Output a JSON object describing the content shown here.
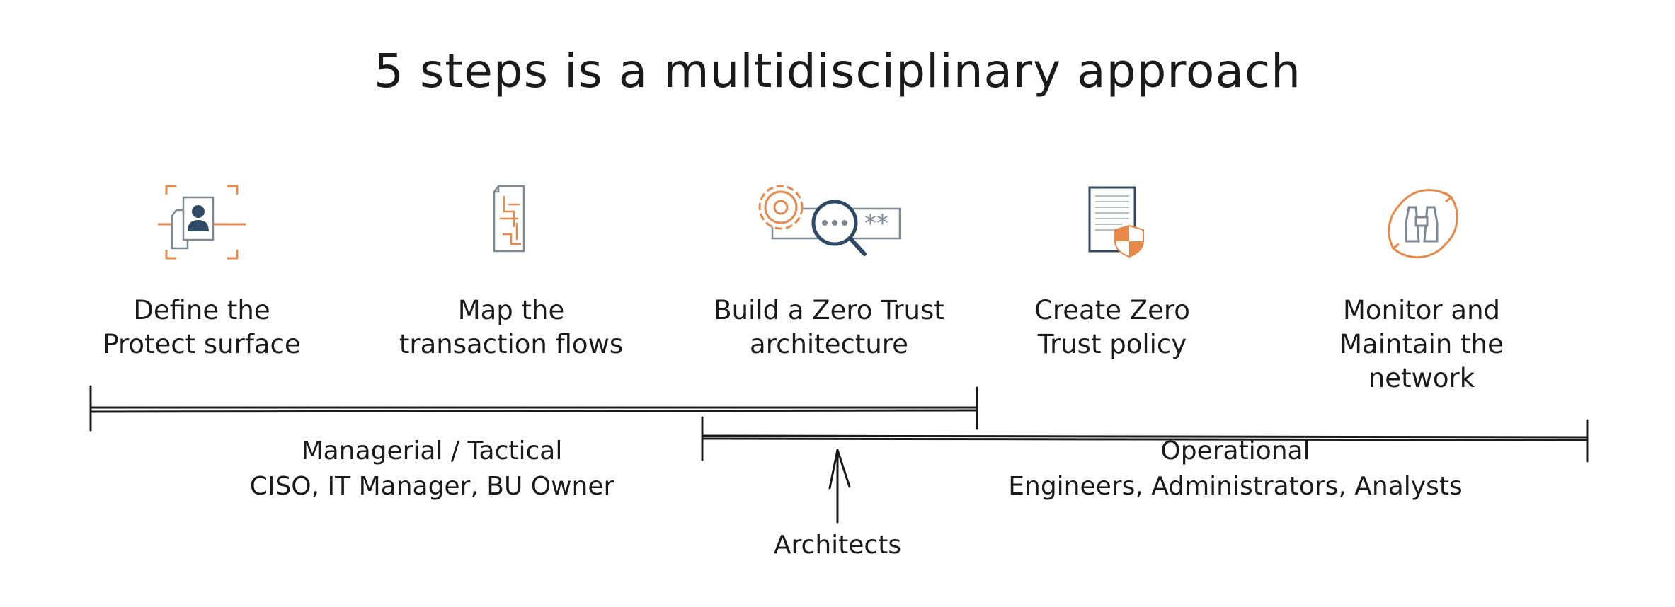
{
  "title": "5 steps is a multidisciplinary approach",
  "steps": [
    {
      "icon": "protect-surface-icon",
      "line1": "Define the",
      "line2": "Protect surface"
    },
    {
      "icon": "transaction-flow-document-icon",
      "line1": "Map the",
      "line2": "transaction flows"
    },
    {
      "icon": "architecture-gear-search-icon",
      "line1": "Build a Zero Trust",
      "line2": "architecture"
    },
    {
      "icon": "policy-document-shield-icon",
      "line1": "Create Zero",
      "line2": "Trust policy"
    },
    {
      "icon": "binoculars-monitor-icon",
      "line1": "Monitor and",
      "line2": "Maintain the network"
    }
  ],
  "groups": {
    "managerial": {
      "line1": "Managerial / Tactical",
      "line2": "CISO, IT Manager, BU Owner"
    },
    "operational": {
      "line1": "Operational",
      "line2": "Engineers, Administrators, Analysts"
    },
    "architects": {
      "label": "Architects"
    }
  },
  "colors": {
    "accent_orange": "#e8894a",
    "icon_navy": "#2e4a66",
    "icon_gray": "#7c8a96",
    "ink": "#1a1a1a"
  }
}
